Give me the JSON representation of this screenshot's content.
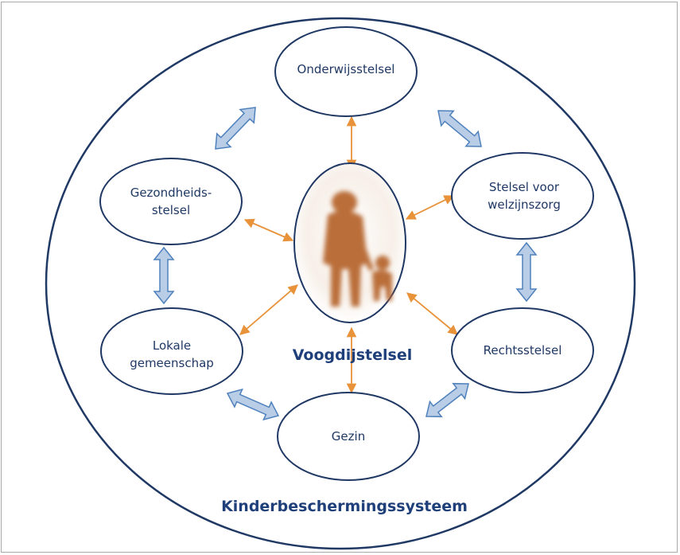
{
  "diagram": {
    "outer_label": "Kinderbeschermingssysteem",
    "center_label": "Voogdijstelsel",
    "center_icon": "parent-child-silhouette-icon",
    "nodes": {
      "onderwijs": "Onderwijsstelsel",
      "welzijn": "Stelsel voor\nwelzijnszorg",
      "recht": "Rechtsstelsel",
      "gezin": "Gezin",
      "gemeenschap": "Lokale\ngemeenschap",
      "gezondheid": "Gezondheids-\nstelsel"
    },
    "colors": {
      "outline": "#1f3864",
      "text": "#1f3864",
      "center_text": "#1f3f7a",
      "thin_arrow": "#e8923a",
      "block_arrow_fill": "#b9cde6",
      "block_arrow_stroke": "#4f81bd",
      "silhouette": "#b5632a"
    }
  }
}
